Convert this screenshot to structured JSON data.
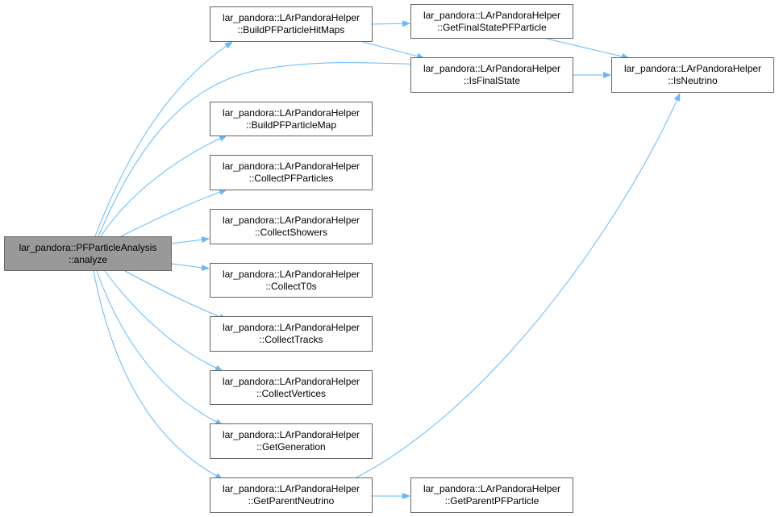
{
  "colors": {
    "edge": "#63b8ff",
    "node_border": "#666666",
    "root_fill": "#999999",
    "node_fill": "#ffffff"
  },
  "nodes": {
    "analyze": {
      "line1": "lar_pandora::PFParticleAnalysis",
      "line2": "::analyze"
    },
    "buildHitMaps": {
      "line1": "lar_pandora::LArPandoraHelper",
      "line2": "::BuildPFParticleHitMaps"
    },
    "getFinalState": {
      "line1": "lar_pandora::LArPandoraHelper",
      "line2": "::GetFinalStatePFParticle"
    },
    "isFinalState": {
      "line1": "lar_pandora::LArPandoraHelper",
      "line2": "::IsFinalState"
    },
    "isNeutrino": {
      "line1": "lar_pandora::LArPandoraHelper",
      "line2": "::IsNeutrino"
    },
    "buildMap": {
      "line1": "lar_pandora::LArPandoraHelper",
      "line2": "::BuildPFParticleMap"
    },
    "collectPFParticles": {
      "line1": "lar_pandora::LArPandoraHelper",
      "line2": "::CollectPFParticles"
    },
    "collectShowers": {
      "line1": "lar_pandora::LArPandoraHelper",
      "line2": "::CollectShowers"
    },
    "collectT0s": {
      "line1": "lar_pandora::LArPandoraHelper",
      "line2": "::CollectT0s"
    },
    "collectTracks": {
      "line1": "lar_pandora::LArPandoraHelper",
      "line2": "::CollectTracks"
    },
    "collectVertices": {
      "line1": "lar_pandora::LArPandoraHelper",
      "line2": "::CollectVertices"
    },
    "getGeneration": {
      "line1": "lar_pandora::LArPandoraHelper",
      "line2": "::GetGeneration"
    },
    "getParentNeutrino": {
      "line1": "lar_pandora::LArPandoraHelper",
      "line2": "::GetParentNeutrino"
    },
    "getParentPF": {
      "line1": "lar_pandora::LArPandoraHelper",
      "line2": "::GetParentPFParticle"
    }
  }
}
